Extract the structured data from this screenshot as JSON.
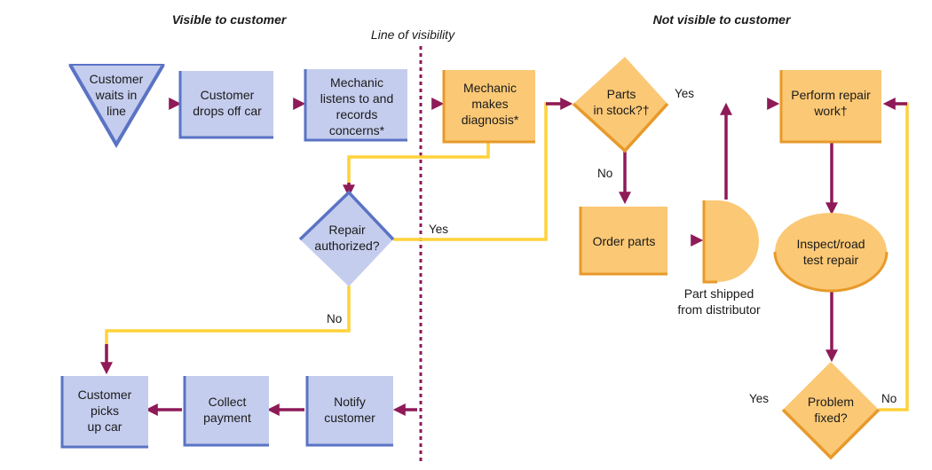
{
  "headers": {
    "visible": "Visible to customer",
    "line_of_visibility": "Line of visibility",
    "not_visible": "Not visible to customer"
  },
  "nodes": {
    "customer_waits": [
      "Customer",
      "waits in",
      "line"
    ],
    "drops_off": [
      "Customer",
      "drops off car"
    ],
    "listens": [
      "Mechanic",
      "listens to and",
      "records",
      "concerns*"
    ],
    "diagnosis": [
      "Mechanic",
      "makes",
      "diagnosis*"
    ],
    "parts_in_stock": [
      "Parts",
      "in stock?†"
    ],
    "perform_repair": [
      "Perform repair",
      "work†"
    ],
    "repair_authorized": [
      "Repair",
      "authorized?"
    ],
    "order_parts": [
      "Order parts"
    ],
    "inspect": [
      "Inspect/road",
      "test repair"
    ],
    "problem_fixed": [
      "Problem",
      "fixed?"
    ],
    "notify": [
      "Notify",
      "customer"
    ],
    "collect_payment": [
      "Collect",
      "payment"
    ],
    "picks_up": [
      "Customer",
      "picks",
      "up car"
    ]
  },
  "labels": {
    "part_shipped": [
      "Part shipped",
      "from distributor"
    ],
    "stock_yes": "Yes",
    "stock_no": "No",
    "auth_yes": "Yes",
    "auth_no": "No",
    "fixed_yes": "Yes",
    "fixed_no": "No"
  },
  "colors": {
    "visible_fill": "#c5cdee",
    "visible_edge": "#5a73c4",
    "hidden_fill": "#fbc875",
    "hidden_edge": "#e79a2a",
    "arrow_start": "#ffd23a",
    "arrow_end": "#8e1a58",
    "visibility_line": "#8e1a58"
  }
}
